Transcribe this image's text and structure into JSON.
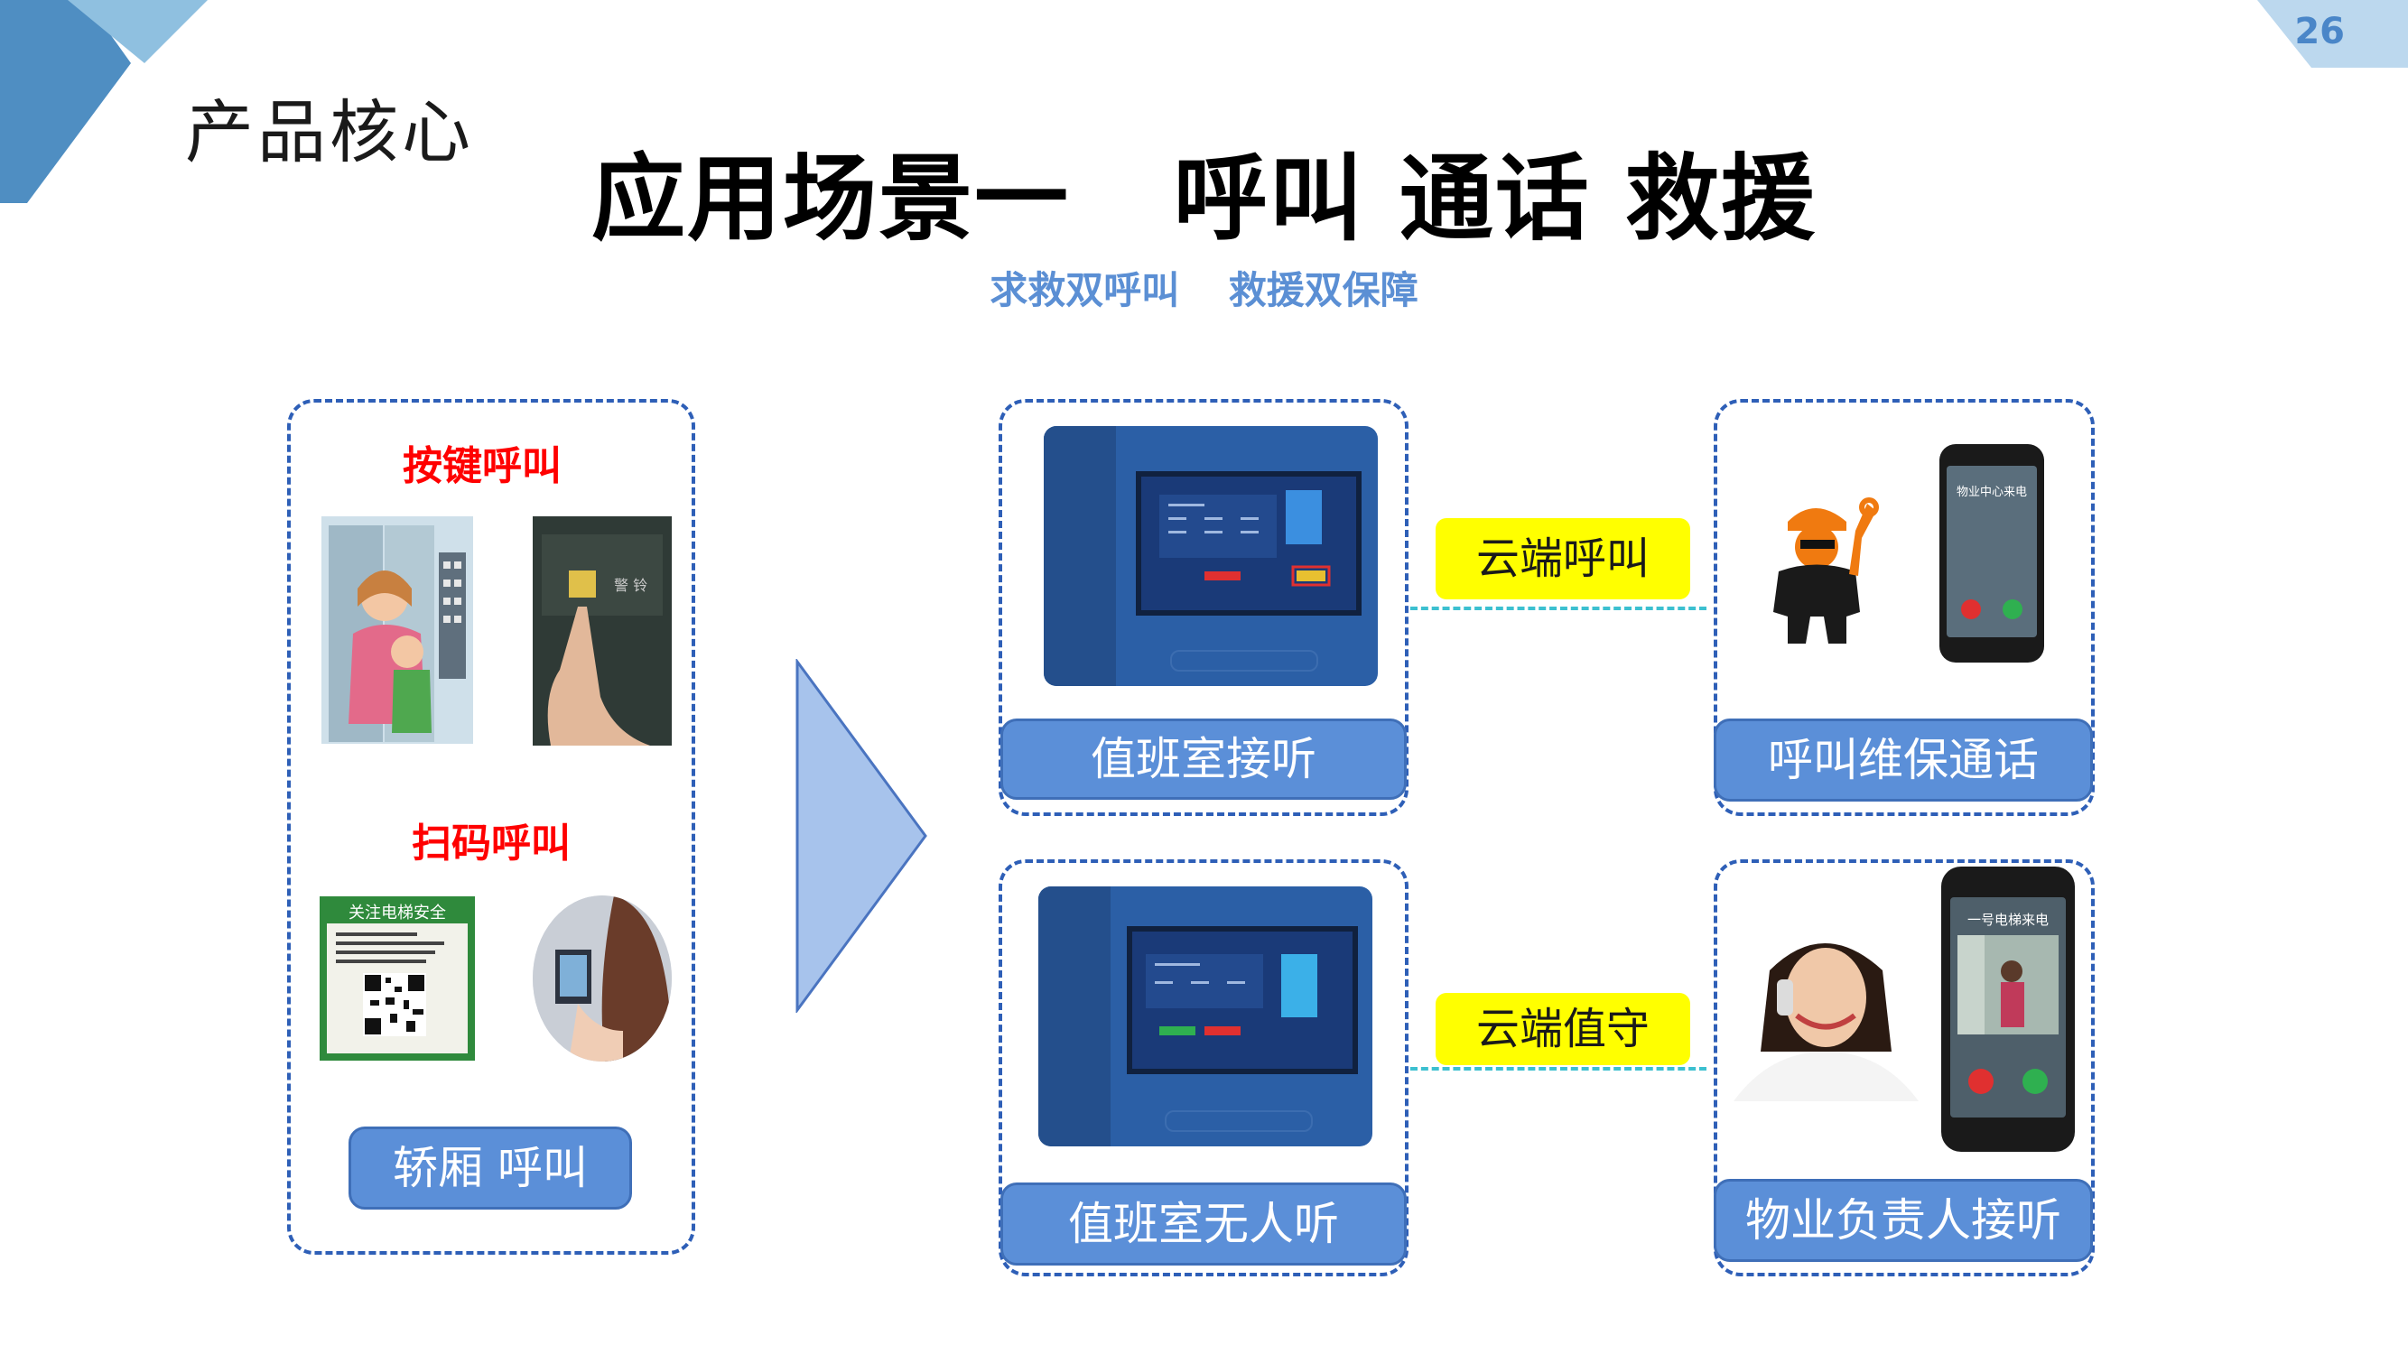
{
  "page_number": "26",
  "section_title": "产品核心",
  "title": "应用场景一   呼叫 通话 救援",
  "subtitle": "求救双呼叫 救援双保障",
  "left_panel": {
    "label_button_call": "按键呼叫",
    "label_scan_call": "扫码呼叫",
    "bottom_button": "轿厢 呼叫",
    "qr_sign_header": "关注电梯安全"
  },
  "panels": {
    "duty_answer": "值班室接听",
    "duty_no_answer": "值班室无人听",
    "maintenance_call": "呼叫维保通话",
    "property_answer": "物业负责人接听"
  },
  "tags": {
    "cloud_call": "云端呼叫",
    "cloud_watch": "云端值守"
  },
  "phones": {
    "top_caller": "物业中心来电",
    "bottom_caller": "一号电梯来电"
  },
  "colors": {
    "accent_blue": "#5b8fd8",
    "dashed_border": "#2e5fb7",
    "highlight_yellow": "#ffff00",
    "alert_red": "#ff0000",
    "connector_cyan": "#3cc0d0"
  }
}
